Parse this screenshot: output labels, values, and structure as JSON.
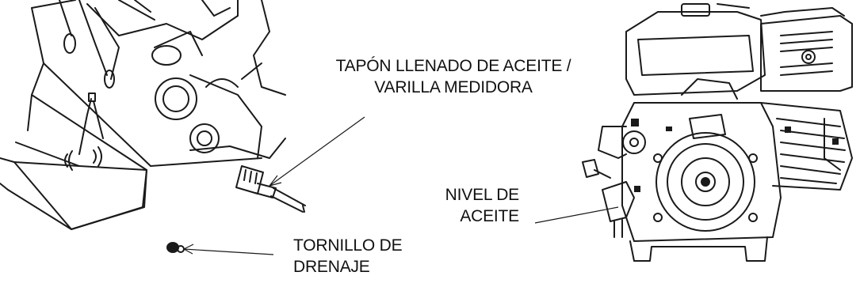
{
  "labels": {
    "oil_fill_cap": {
      "line1": "TAPÓN LLENADO DE ACEITE /",
      "line2": "VARILLA MEDIDORA"
    },
    "oil_level": {
      "line1": "NIVEL DE",
      "line2": "ACEITE"
    },
    "drain_bolt": {
      "line1": "TORNILLO DE",
      "line2": "DRENAJE"
    }
  }
}
